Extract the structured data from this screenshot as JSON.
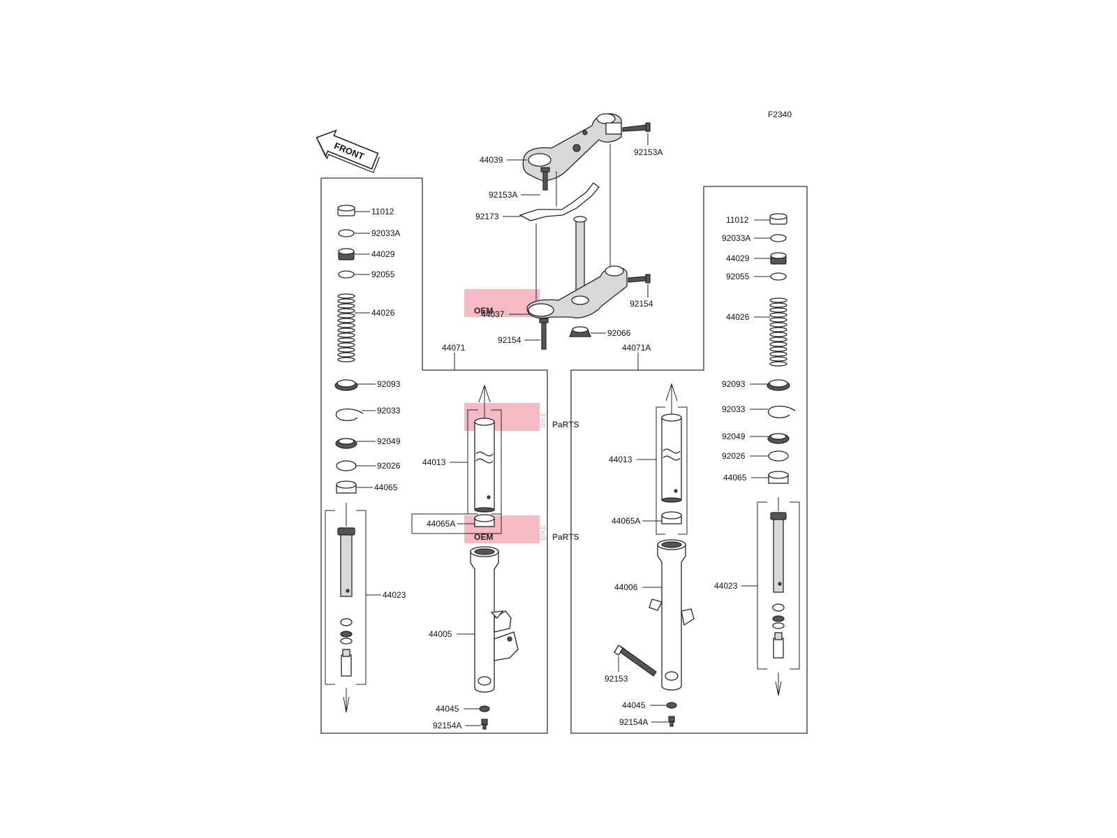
{
  "diagram": {
    "code": "F2340",
    "front_label": "FRONT",
    "watermark": {
      "oem": "OEM",
      "bike": "BIKE",
      "parts": "PaRTS"
    },
    "top": {
      "handlebar_holder": "44039",
      "bolt_upper_right": "92153A",
      "bolt_upper_left": "92153A",
      "bracket": "92173",
      "stem_bracket": "44037",
      "bolt_stem_right": "92154",
      "bolt_stem_left": "92154",
      "stem_nut": "92066"
    },
    "left_group": {
      "assembly": "44071",
      "cap": "11012",
      "o_ring": "92033A",
      "adjuster": "44029",
      "o_ring_2": "92055",
      "spring": "44026",
      "dust_seal": "92093",
      "circlip": "92033",
      "oil_seal": "92049",
      "washer": "92026",
      "bushing": "44065",
      "cylinder": "44023",
      "inner_tube": "44013",
      "bushing_a": "44065A",
      "outer_tube": "44005",
      "gasket": "44045",
      "bolt_bottom": "92154A"
    },
    "right_group": {
      "assembly": "44071A",
      "cap": "11012",
      "o_ring": "92033A",
      "adjuster": "44029",
      "o_ring_2": "92055",
      "spring": "44026",
      "dust_seal": "92093",
      "circlip": "92033",
      "oil_seal": "92049",
      "washer": "92026",
      "bushing": "44065",
      "cylinder": "44023",
      "inner_tube": "44013",
      "bushing_a": "44065A",
      "outer_tube": "44006",
      "axle_bolt": "92153",
      "gasket": "44045",
      "bolt_bottom": "92154A"
    }
  }
}
